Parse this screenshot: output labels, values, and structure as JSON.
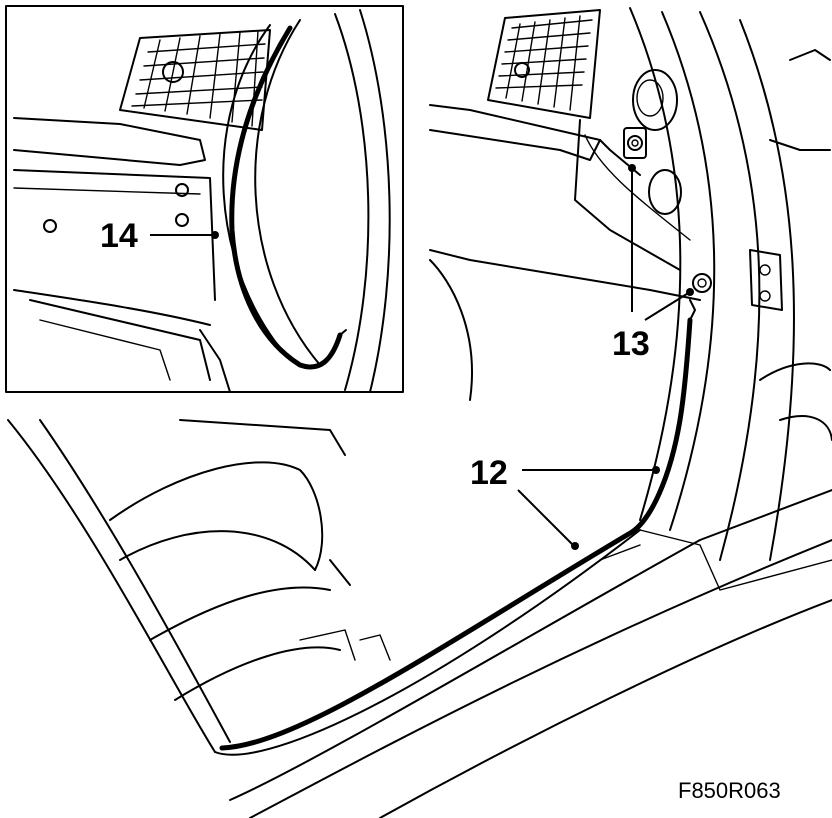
{
  "callouts": {
    "c12": "12",
    "c13": "13",
    "c14": "14"
  },
  "figure_id": "F850R063"
}
